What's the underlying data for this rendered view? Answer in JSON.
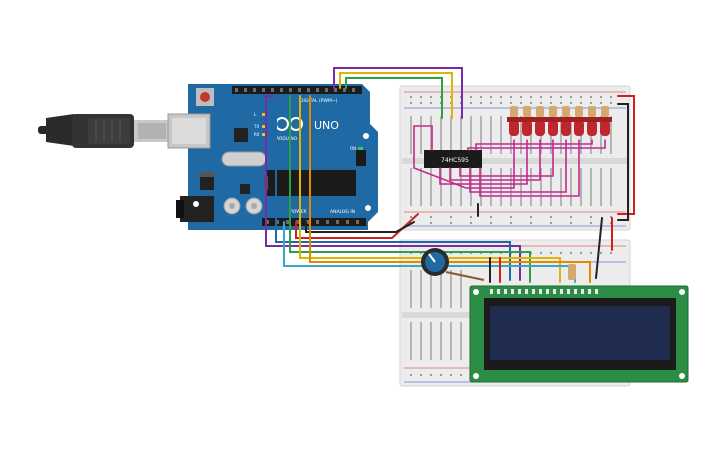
{
  "arduino": {
    "brand": "ARDUINO",
    "model": "UNO",
    "digital_label": "DIGITAL (PWM~)",
    "power_label": "POWER",
    "analog_label": "ANALOG IN",
    "tx_label": "TX",
    "rx_label": "RX",
    "l_label": "L",
    "on_label": "ON"
  },
  "chip": {
    "label": "74HC595"
  },
  "colors": {
    "board": "#1f6aa5",
    "breadboard": "#ececec",
    "lcd_frame": "#2c8d46",
    "lcd_screen": "#1f2b4f",
    "led": "#c0262e",
    "wire_magenta": "#c2298c",
    "wire_green": "#2ea043",
    "wire_yellow": "#e0b400",
    "wire_purple": "#7a2aa8",
    "wire_cyan": "#3aa7c9",
    "wire_red": "#d11f1f",
    "wire_black": "#222222"
  }
}
